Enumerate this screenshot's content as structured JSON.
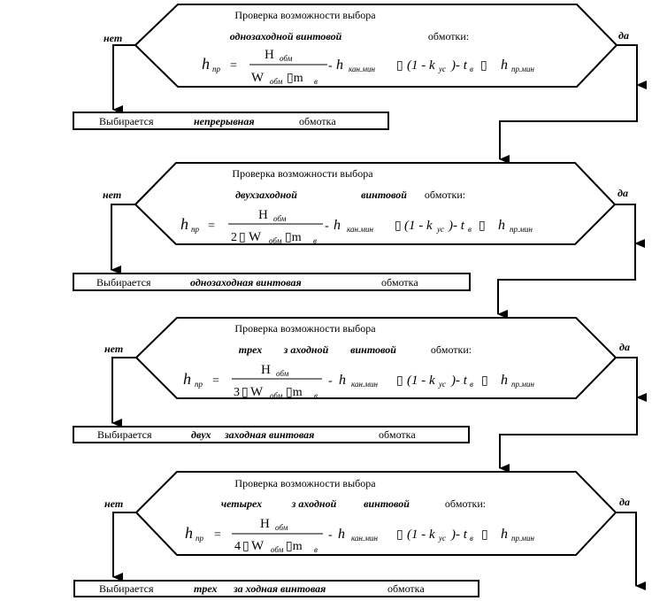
{
  "labels": {
    "no": "нет",
    "yes": "да"
  },
  "blocks": [
    {
      "title": "Проверка возможности выбора",
      "subtitle": [
        {
          "text": "однозаходной винтовой",
          "bold": true
        },
        {
          "text": "обмотки:",
          "bold": false
        }
      ],
      "formula": {
        "lhs": "h",
        "lhs_sub": "пр",
        "num": "H",
        "num_sub": "обм",
        "den": "W",
        "den_sub": "обм",
        "den_mult": "",
        "tail_h": "h",
        "tail_h_sub": "кан.мин",
        "k_term": "(1  - k",
        "k_sub": "ус",
        "k_close": ")-  t",
        "t_sub": "в",
        "last_h": "h",
        "last_sub": "пр.мин"
      },
      "result": [
        {
          "text": "Выбирается",
          "bold": false
        },
        {
          "text": "непрерывная",
          "bold": true
        },
        {
          "text": "обмотка",
          "bold": false
        }
      ]
    },
    {
      "title": "Проверка возможности выбора",
      "subtitle": [
        {
          "text": "двухзаходной",
          "bold": true
        },
        {
          "text": "винтовой",
          "bold": true
        },
        {
          "text": "обмотки:",
          "bold": false
        }
      ],
      "formula": {
        "lhs": "h",
        "lhs_sub": "пр",
        "num": "H",
        "num_sub": "обм",
        "den": "W",
        "den_sub": "обм",
        "den_mult": "2",
        "tail_h": "h",
        "tail_h_sub": "кан.мин",
        "k_term": "(1  - k",
        "k_sub": "ус",
        "k_close": ")-  t",
        "t_sub": "в",
        "last_h": "h",
        "last_sub": "пр.мин"
      },
      "result": [
        {
          "text": "Выбирается",
          "bold": false
        },
        {
          "text": "однозаходная винтовая",
          "bold": true
        },
        {
          "text": "обмотка",
          "bold": false
        }
      ]
    },
    {
      "title": "Проверка возможности выбора",
      "subtitle": [
        {
          "text": "трех",
          "bold": true
        },
        {
          "text": "з аходной",
          "bold": true
        },
        {
          "text": "винтовой",
          "bold": true
        },
        {
          "text": "обмотки:",
          "bold": false
        }
      ],
      "formula": {
        "lhs": "h",
        "lhs_sub": "пр",
        "num": "H",
        "num_sub": "обм",
        "den": "W",
        "den_sub": "обм",
        "den_mult": "3",
        "tail_h": "h",
        "tail_h_sub": "кан.мин",
        "k_term": "(1  - k",
        "k_sub": "ус",
        "k_close": ")-  t",
        "t_sub": "в",
        "last_h": "h",
        "last_sub": "пр.мин"
      },
      "result": [
        {
          "text": "Выбирается",
          "bold": false
        },
        {
          "text": "двух",
          "bold": true
        },
        {
          "text": "заходная винтовая",
          "bold": true
        },
        {
          "text": "обмотка",
          "bold": false
        }
      ]
    },
    {
      "title": "Проверка возможности выбора",
      "subtitle": [
        {
          "text": "четырех",
          "bold": true
        },
        {
          "text": "з аходной",
          "bold": true
        },
        {
          "text": "винтовой",
          "bold": true
        },
        {
          "text": "обмотки:",
          "bold": false
        }
      ],
      "formula": {
        "lhs": "h",
        "lhs_sub": "пр",
        "num": "H",
        "num_sub": "обм",
        "den": "W",
        "den_sub": "обм",
        "den_mult": "4",
        "tail_h": "h",
        "tail_h_sub": "кан.мин",
        "k_term": "(1  - k",
        "k_sub": "ус",
        "k_close": ")-  t",
        "t_sub": "в",
        "last_h": "h",
        "last_sub": "пр.мин"
      },
      "result": [
        {
          "text": "Выбирается",
          "bold": false
        },
        {
          "text": "трех",
          "bold": true
        },
        {
          "text": "за  ходная винтовая",
          "bold": true
        },
        {
          "text": "обмотка",
          "bold": false
        }
      ]
    }
  ]
}
